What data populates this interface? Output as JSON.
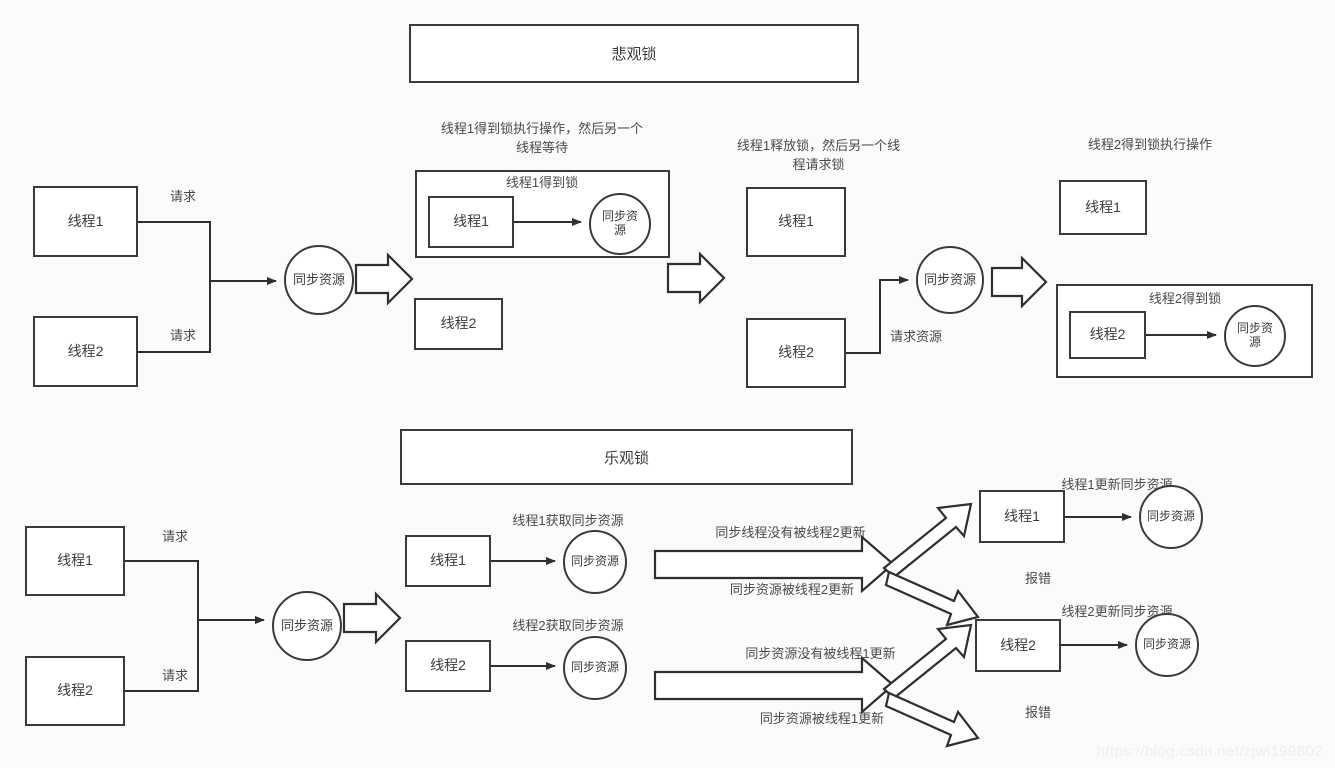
{
  "watermark": "https://blog.csdn.net/zjwl199802",
  "common": {
    "thread1": "线程1",
    "thread2": "线程2",
    "sync_resource": "同步资源",
    "request": "请求"
  },
  "pessimistic": {
    "banner": "悲观锁",
    "stage1": {
      "thread1": "线程1",
      "thread2": "线程2",
      "req1": "请求",
      "req2": "请求",
      "resource": "同步资源"
    },
    "stage2": {
      "caption": "线程1得到锁执行操作，然后另一个线程等待",
      "group_label": "线程1得到锁",
      "thread1": "线程1",
      "resource": "同步资源",
      "thread2": "线程2"
    },
    "stage3": {
      "caption": "线程1释放锁，然后另一个线程请求锁",
      "thread1": "线程1",
      "thread2": "线程2",
      "edge_label": "请求资源",
      "resource": "同步资源"
    },
    "stage4": {
      "caption": "线程2得到锁执行操作",
      "thread1": "线程1",
      "group_label": "线程2得到锁",
      "thread2": "线程2",
      "resource": "同步资源"
    }
  },
  "optimistic": {
    "banner": "乐观锁",
    "stage1": {
      "thread1": "线程1",
      "thread2": "线程2",
      "req1": "请求",
      "req2": "请求",
      "resource": "同步资源"
    },
    "stage2": {
      "top_caption": "线程1获取同步资源",
      "top_thread": "线程1",
      "top_resource": "同步资源",
      "bottom_caption": "线程2获取同步资源",
      "bottom_thread": "线程2",
      "bottom_resource": "同步资源"
    },
    "stage3": {
      "top_success_label": "同步线程没有被线程2更新",
      "top_fail_label": "同步资源被线程2更新",
      "bottom_success_label": "同步资源没有被线程1更新",
      "bottom_fail_label": "同步资源被线程1更新"
    },
    "stage4": {
      "top_caption": "线程1更新同步资源",
      "top_thread": "线程1",
      "top_resource": "同步资源",
      "top_error": "报错",
      "bottom_caption": "线程2更新同步资源",
      "bottom_thread": "线程2",
      "bottom_resource": "同步资源",
      "bottom_error": "报错"
    }
  }
}
